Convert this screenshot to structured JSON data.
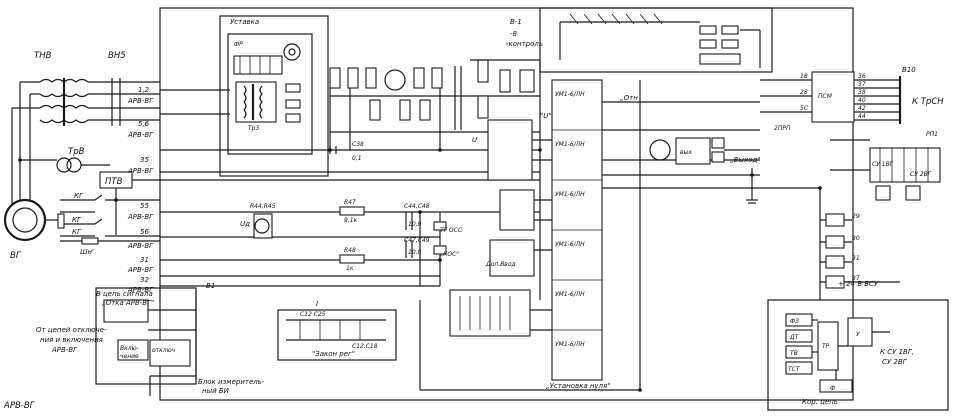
{
  "labels": {
    "tnv": "ТНВ",
    "vn5": "ВН5",
    "trv": "ТрВ",
    "ptv": "ПТВ",
    "kg1": "КГ",
    "kg2": "КГ",
    "kg3": "КГ",
    "shn": "Шн'",
    "vg": "ВГ",
    "ustavka": "Уставка",
    "fr": "ФР",
    "tr3": "Тр3",
    "v1": "В-1",
    "v8": "-8",
    "kontrol": "-контроль",
    "otn": "„Отн",
    "vyhod": "„Выход\"",
    "vyhod_short": "вых",
    "tgosc": "ТГ ОСС",
    "kos": "„КОС\"",
    "uzak_reg": "\"Закон рег\"",
    "ustanovka_nulya": "„Установка нуля\"",
    "blok_izm1": "Блок измеритель-",
    "blok_izm2": "ный БИ",
    "arvvg_bottom": "АРВ-ВГ",
    "v_cep_signala1": "В цепь сигнала",
    "v_cep_signala2": "„Отка АРВ-ВГ\"",
    "ot_cepey1": "От цепей отключе-",
    "ot_cepey2": "ния и включения",
    "ot_cepey3": "АРВ-ВГ",
    "plus24": "+ 24 В ВСУ",
    "ktrsn": "К ТрСН",
    "v10": "В10",
    "psm": "ПСМ",
    "ksu1": "К СУ 1ВГ,",
    "ksu2": "СУ 2ВГ",
    "kor_cep": "Кор. цепь",
    "b_ref": "В1",
    "roman_one": "I",
    "node_u": "U",
    "node_uu": "\"U\"",
    "ud": "Uд",
    "dop_vvod": "Доп.Ввод",
    "c38": "С38",
    "c38v": "0,1",
    "r47": "R47",
    "r47v": "9,1к",
    "r48": "R48",
    "r48v": "1к",
    "c44": "С44,С48",
    "c44v": "10,0",
    "c47": "С47,С49",
    "c47v": "10,0",
    "r44": "R44,R45",
    "c12": "С12 С25",
    "c18": "С12,С18",
    "two_prp": "2ПРП",
    "rp1": "РП1",
    "su1vg": "СУ 1ВГ",
    "su2vg": "СУ 2ВГ",
    "vkl": "Вклю-",
    "chenie": "чение",
    "otkl": "отключ"
  },
  "bus_labels": [
    {
      "num": "1,2",
      "name": "АРВ-ВГ"
    },
    {
      "num": "5,6",
      "name": "АРВ-ВГ"
    },
    {
      "num": "35",
      "name": "АРВ-ВГ"
    },
    {
      "num": "55",
      "name": "АРВ-ВГ"
    },
    {
      "num": "56",
      "name": "АРВ-ВГ"
    },
    {
      "num": "31",
      "name": "АРВ-ВГ"
    },
    {
      "num": "32",
      "name": "АРВ-ВГ"
    }
  ],
  "psm_pins": [
    "36",
    "37",
    "38",
    "40",
    "42",
    "44"
  ],
  "psm_left_pins": [
    "18",
    "28",
    "5С"
  ],
  "relay_pins": [
    "29",
    "30",
    "31",
    "37"
  ],
  "bottom_right_boxes": [
    "ФЗ",
    "ДТ",
    "ТВ",
    "ТСТ",
    "ТР",
    "У",
    "Ф"
  ],
  "chip_labels": {
    "chip1": "УМ1-6/ЛН",
    "chip2": "УМ1-6/ЛН",
    "chip3": "УМ1-6/ЛН",
    "chip4": "УМ1-6/ЛН",
    "chip5": "УМ1-6/ЛН",
    "chip6": "УМ1-6/ЛН"
  }
}
